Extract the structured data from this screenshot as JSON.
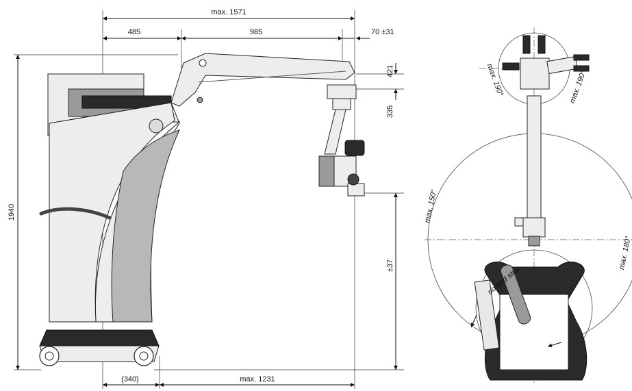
{
  "dimensions": {
    "max_width": "max. 1571",
    "arm_part_a": "485",
    "arm_part_b": "985",
    "offset": "70 ±31",
    "height_total": "1940",
    "head_upper": "421",
    "head_lower": "335",
    "vertical_travel": "±37",
    "base_part": "(340)",
    "max_reach": "max. 1231"
  },
  "angles": {
    "tilt_left": "max. 190°",
    "tilt_right": "max. 190°",
    "arm_left": "max. 150°",
    "arm_right": "max. 180°",
    "no_end_stop": "no end stop"
  },
  "colors": {
    "line": "#111111",
    "body": "#ededed",
    "dark": "#2a2a2a"
  }
}
